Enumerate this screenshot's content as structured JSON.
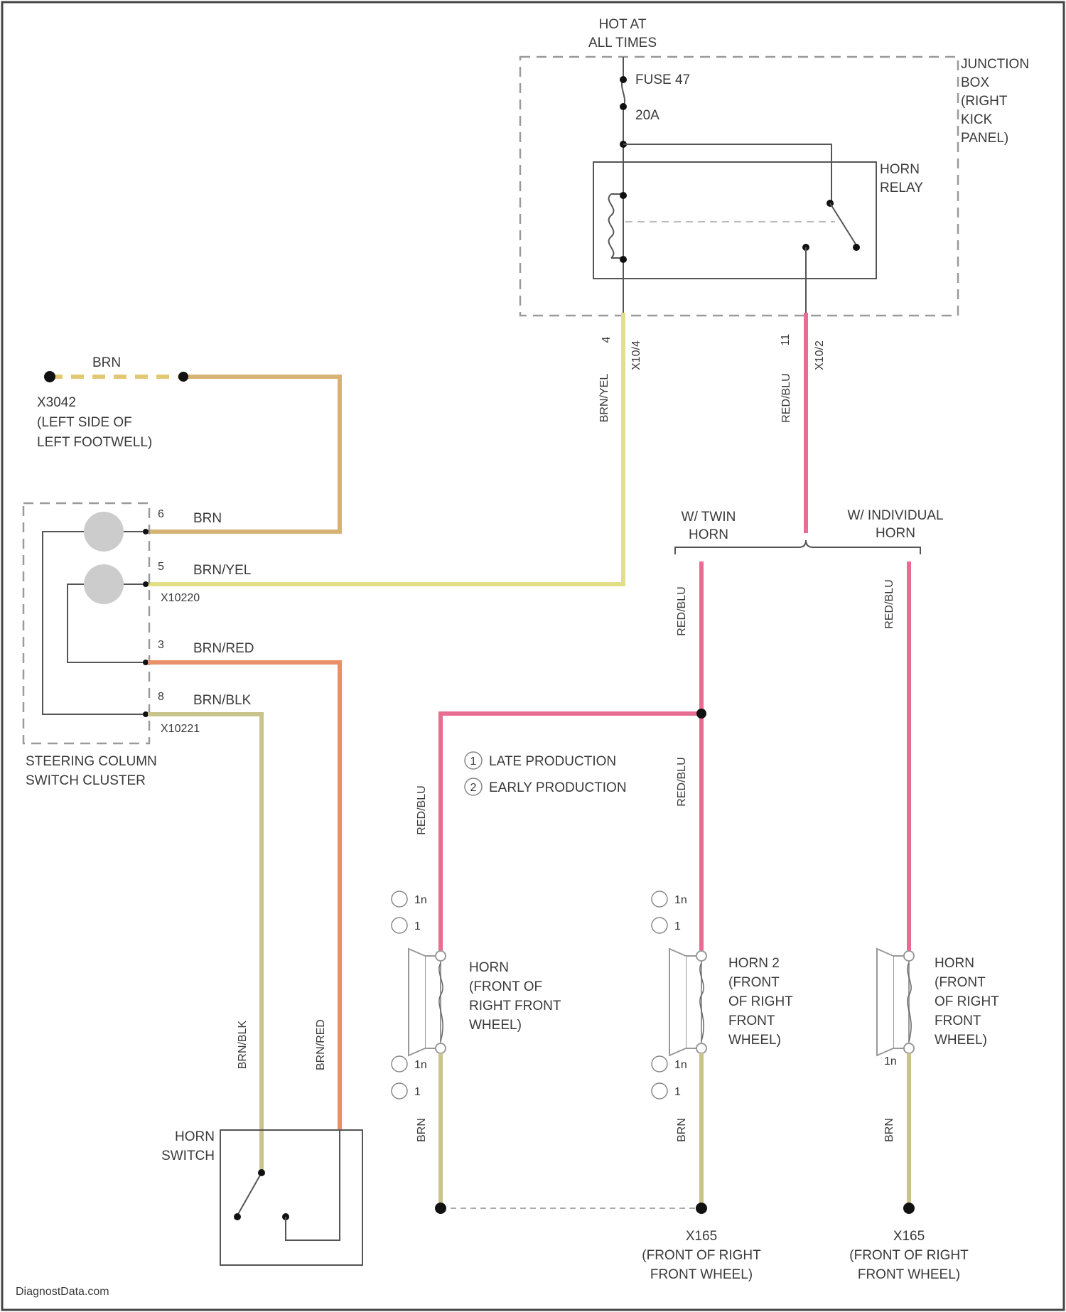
{
  "labels": {
    "power": [
      "HOT AT",
      "ALL TIMES"
    ],
    "fuse": "FUSE 47",
    "fuse_rating": "20A",
    "junction_box": [
      "JUNCTION",
      "BOX",
      "(RIGHT",
      "KICK",
      "PANEL)"
    ],
    "horn_relay": [
      "HORN",
      "RELAY"
    ],
    "relay_pin_left": "4",
    "relay_conn_left": "X10/4",
    "relay_pin_right": "11",
    "relay_conn_right": "X10/2",
    "ground_wire": "BRN",
    "ground_id": "X3042",
    "ground_location": [
      "(LEFT SIDE OF",
      "LEFT FOOTWELL)"
    ],
    "switch_cluster": [
      "STEERING COLUMN",
      "SWITCH CLUSTER"
    ],
    "conn_x10220": "X10220",
    "conn_x10221": "X10221",
    "pins": [
      {
        "num": "6",
        "color": "BRN"
      },
      {
        "num": "5",
        "color": "BRN/YEL"
      },
      {
        "num": "3",
        "color": "BRN/RED"
      },
      {
        "num": "8",
        "color": "BRN/BLK"
      }
    ],
    "twin_horn": [
      "W/ TWIN",
      "HORN"
    ],
    "individual_horn": [
      "W/ INDIVIDUAL",
      "HORN"
    ],
    "legend": [
      {
        "mark": "1",
        "text": "LATE PRODUCTION"
      },
      {
        "mark": "2",
        "text": "EARLY PRODUCTION"
      }
    ],
    "horn_switch": [
      "HORN",
      "SWITCH"
    ],
    "horn1": [
      "HORN",
      "(FRONT OF",
      "RIGHT FRONT",
      "WHEEL)"
    ],
    "horn2": [
      "HORN 2",
      "(FRONT",
      "OF RIGHT",
      "FRONT",
      "WHEEL)"
    ],
    "horn3": [
      "HORN",
      "(FRONT",
      "OF RIGHT",
      "FRONT",
      "WHEEL)"
    ],
    "ground_x165": "X165",
    "ground_x165_loc": [
      "(FRONT OF RIGHT",
      "FRONT WHEEL)"
    ],
    "wire_brn_yel": "BRN/YEL",
    "wire_red_blu": "RED/BLU",
    "wire_brn_blk": "BRN/BLK",
    "wire_brn_red": "BRN/RED",
    "wire_brn": "BRN",
    "pin_hi": "1n",
    "pin_lo": "1",
    "watermark": "DiagnostData.com"
  },
  "colors": {
    "yellow": "#e3df86",
    "pink": "#e96c92",
    "tan": "#d6b374",
    "orange": "#e98f69",
    "olive": "#c9c48c"
  }
}
